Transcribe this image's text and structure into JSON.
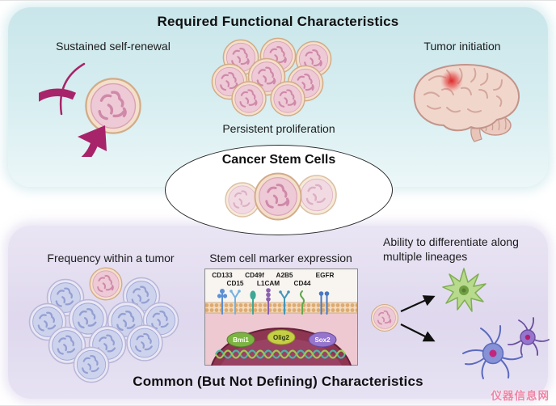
{
  "figure": {
    "top_panel": {
      "title": "Required Functional Characteristics",
      "items": [
        {
          "label": "Sustained self-renewal"
        },
        {
          "label": "Persistent proliferation"
        },
        {
          "label": "Tumor initiation"
        }
      ]
    },
    "center": {
      "label": "Cancer Stem Cells"
    },
    "bottom_panel": {
      "title": "Common (But Not Defining) Characteristics",
      "items": [
        {
          "label": "Frequency within a tumor"
        },
        {
          "label": "Stem cell marker expression"
        },
        {
          "label": "Ability to differentiate along multiple lineages"
        }
      ],
      "marker_panel": {
        "surface_markers_row1": [
          "CD133",
          "CD49f",
          "A2B5",
          "EGFR"
        ],
        "surface_markers_row2": [
          "CD15",
          "L1CAM",
          "CD44"
        ],
        "transcription_factors": [
          "Bmi1",
          "Olig2",
          "Sox2"
        ]
      }
    },
    "watermark": "仪器信息网",
    "colors": {
      "top_panel_bg": "#c9e6ea",
      "bottom_panel_bg": "#e3ddf0",
      "self_renewal_arrow": "#a8246a",
      "tumor_spot": "#e02020",
      "nucleus": "#8e3552",
      "watermark_pink": "#ef85a5"
    }
  }
}
